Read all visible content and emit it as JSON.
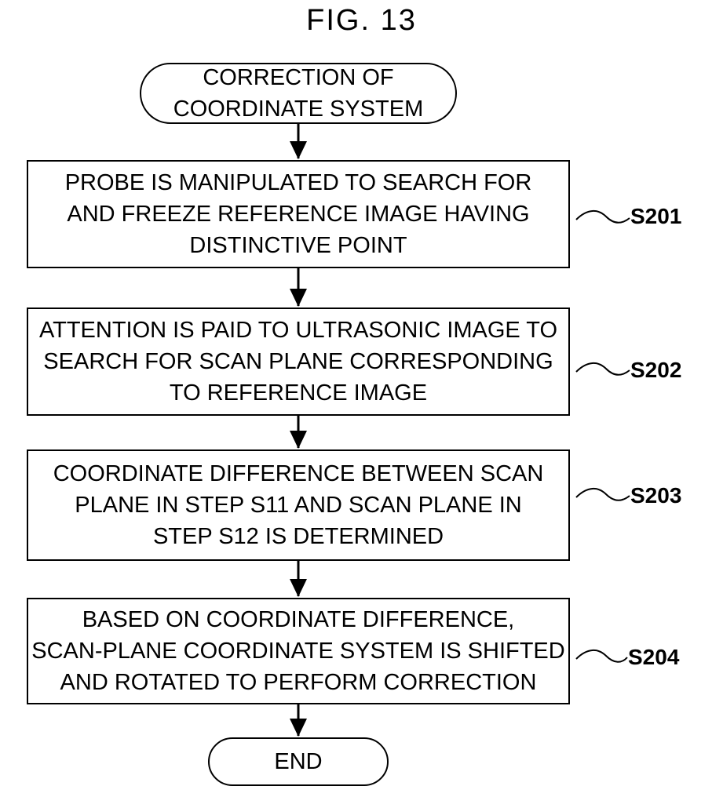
{
  "figure": {
    "title": "FIG. 13"
  },
  "start": {
    "lines": [
      "CORRECTION OF",
      "COORDINATE SYSTEM"
    ]
  },
  "steps": [
    {
      "label": "S201",
      "lines": [
        "PROBE IS MANIPULATED TO SEARCH FOR",
        "AND FREEZE REFERENCE IMAGE HAVING",
        "DISTINCTIVE POINT"
      ]
    },
    {
      "label": "S202",
      "lines": [
        "ATTENTION IS PAID TO ULTRASONIC IMAGE TO",
        "SEARCH FOR SCAN PLANE CORRESPONDING",
        "TO REFERENCE IMAGE"
      ]
    },
    {
      "label": "S203",
      "lines": [
        "COORDINATE DIFFERENCE BETWEEN SCAN",
        "PLANE IN STEP S11 AND SCAN PLANE IN",
        "STEP S12 IS DETERMINED"
      ]
    },
    {
      "label": "S204",
      "lines": [
        "BASED ON COORDINATE DIFFERENCE,",
        "SCAN-PLANE COORDINATE SYSTEM IS SHIFTED",
        "AND ROTATED TO PERFORM CORRECTION"
      ]
    }
  ],
  "end": {
    "lines": [
      "END"
    ]
  }
}
